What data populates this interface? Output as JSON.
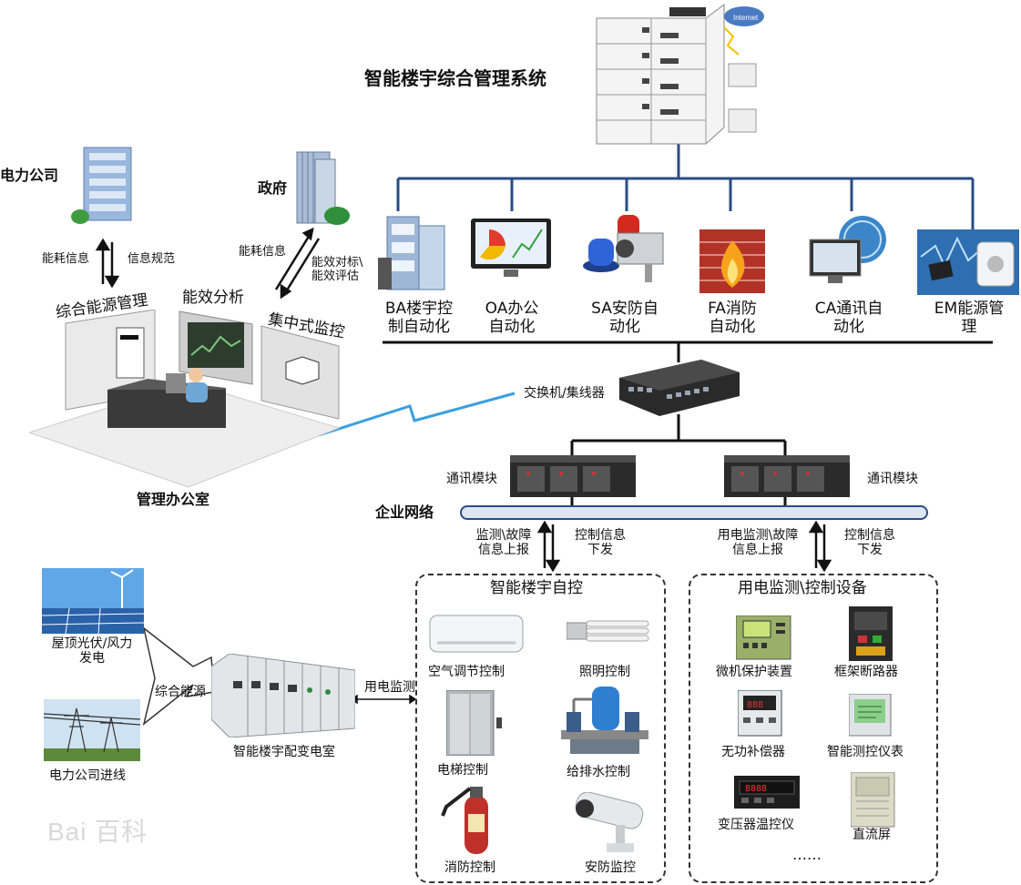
{
  "top": {
    "title": "智能楼宇综合管理系统"
  },
  "left": {
    "power_company": "电力公司",
    "government": "政府",
    "energy_info_1": "能耗信息",
    "info_norm": "信息规范",
    "energy_info_2": "能耗信息",
    "efficiency_benchmark": "能效对标\\",
    "efficiency_eval": "能效评估",
    "panel_energy_mgmt": "综合能源管理",
    "panel_efficiency": "能效分析",
    "panel_monitor": "集中式监控",
    "office": "管理办公室"
  },
  "subsystems": [
    {
      "line1": "BA楼宇控",
      "line2": "制自动化"
    },
    {
      "line1": "OA办公",
      "line2": "自动化"
    },
    {
      "line1": "SA安防自",
      "line2": "动化"
    },
    {
      "line1": "FA消防",
      "line2": "自动化"
    },
    {
      "line1": "CA通讯自",
      "line2": "动化"
    },
    {
      "line1": "EM能源管",
      "line2": "理"
    }
  ],
  "network": {
    "switch": "交换机/集线器",
    "comm_module_left": "通讯模块",
    "comm_module_right": "通讯模块",
    "enterprise_network": "企业网络",
    "left_up_1": "监测\\故障",
    "left_up_2": "信息上报",
    "left_down_1": "控制信息",
    "left_down_2": "下发",
    "right_up_1": "用电监测\\故障",
    "right_up_2": "信息上报",
    "right_down_1": "控制信息",
    "right_down_2": "下发"
  },
  "automation_box": {
    "title": "智能楼宇自控",
    "items": [
      "空气调节控制",
      "照明控制",
      "电梯控制",
      "给排水控制",
      "消防控制",
      "安防监控"
    ]
  },
  "monitor_box": {
    "title": "用电监测\\控制设备",
    "items": [
      "微机保护装置",
      "框架断路器",
      "无功补偿器",
      "智能测控仪表",
      "变压器温控仪",
      "直流屏"
    ],
    "more": "……"
  },
  "bottom_left": {
    "solar": "屋顶光伏/风力",
    "solar_2": "发电",
    "grid_in": "电力公司进线",
    "integrated": "综合能源",
    "substation": "智能楼宇配变电室",
    "power_monitor": "用电监测"
  },
  "watermark": "Bai 百科",
  "colors": {
    "bus_blue": "#2b4b86",
    "zigzag": "#3aa0e0",
    "fire_red": "#c0302a"
  }
}
